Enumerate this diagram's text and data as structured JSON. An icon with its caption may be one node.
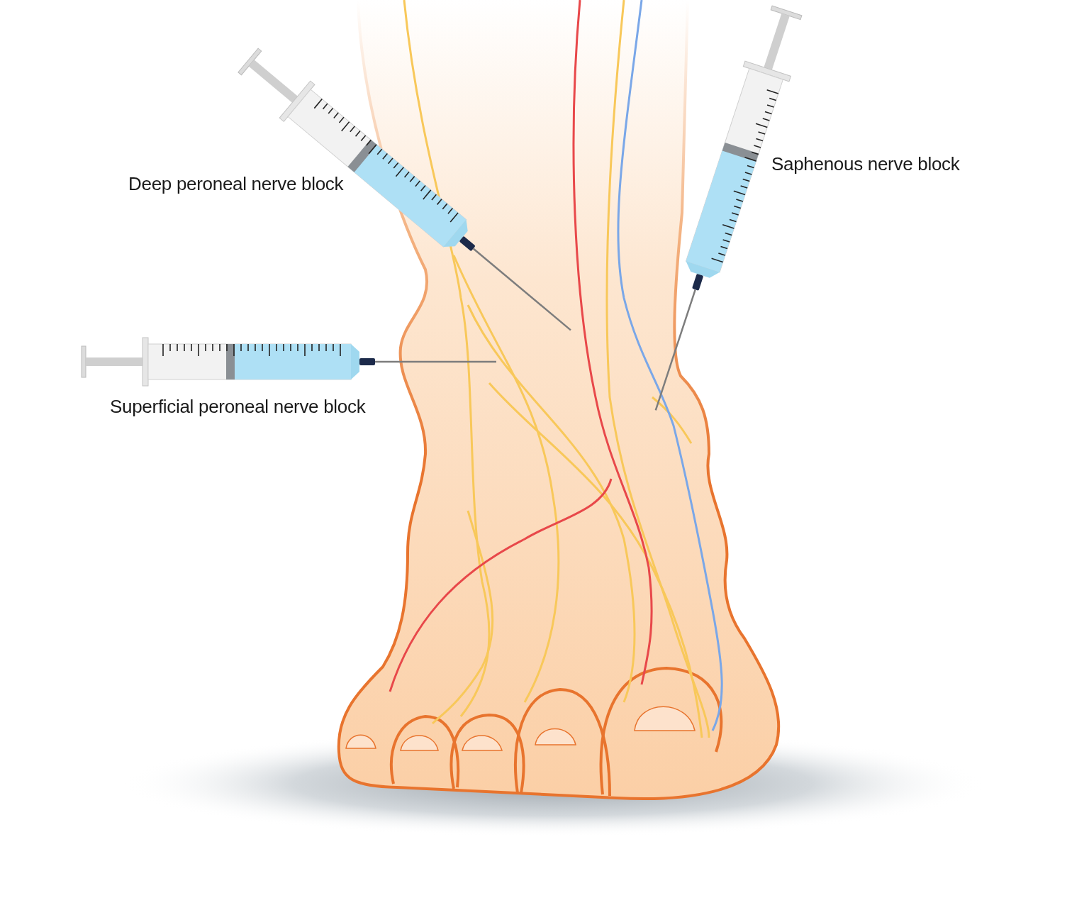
{
  "diagram": {
    "labels": [
      "Saphenous nerve block",
      "Deep peroneal nerve block",
      "Superficial peroneal nerve block"
    ]
  }
}
